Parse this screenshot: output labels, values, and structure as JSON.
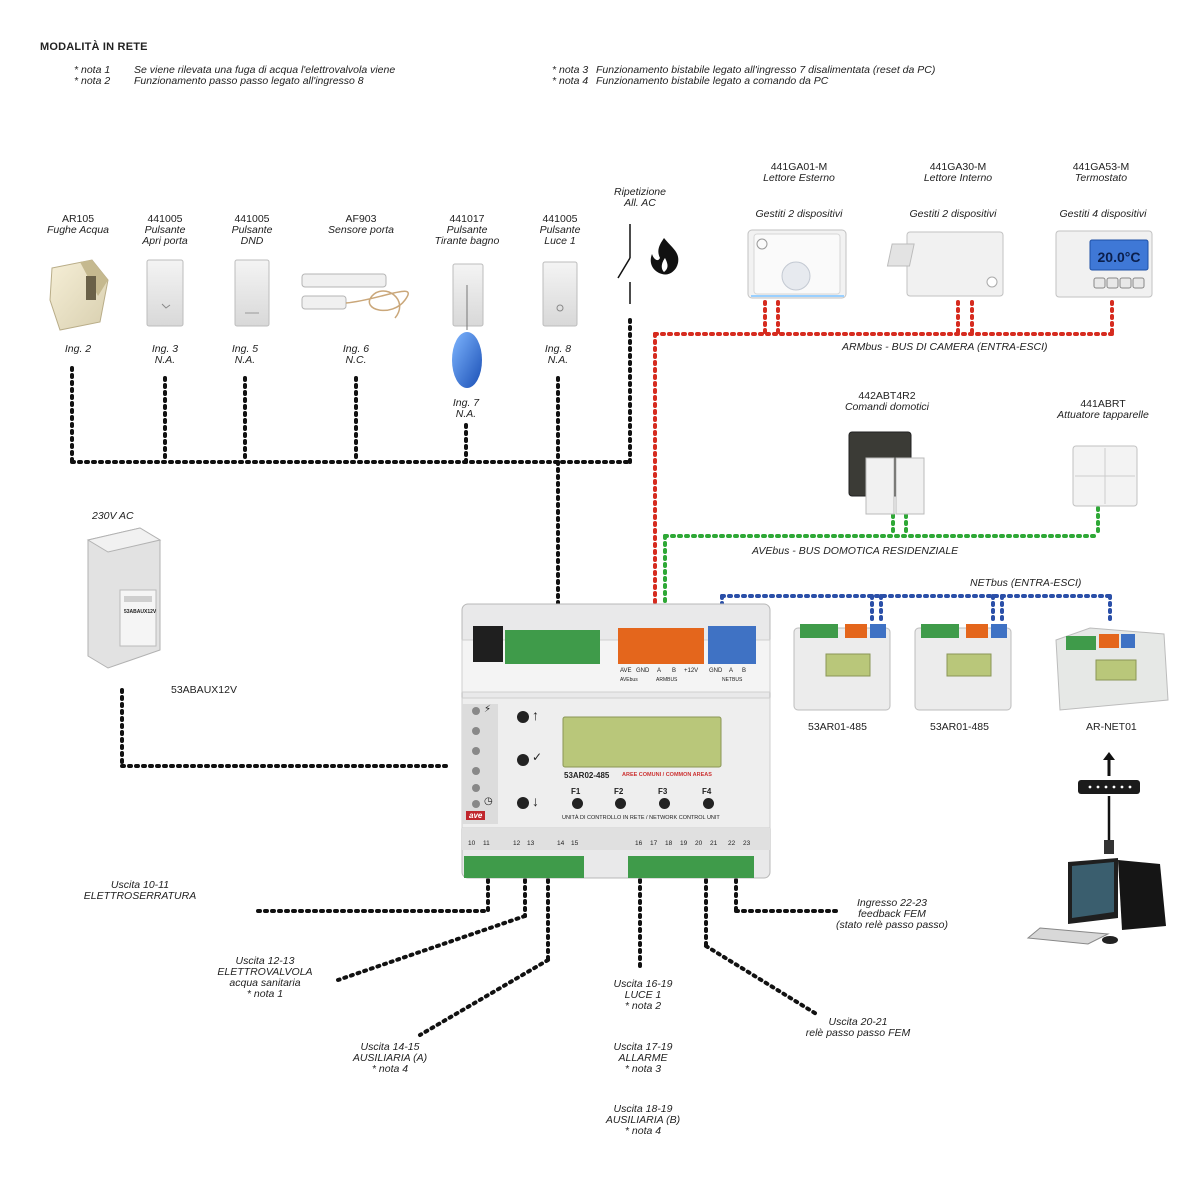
{
  "header": {
    "title": "MODALITÀ IN RETE",
    "notes_left": [
      {
        "tag": "* nota 1",
        "text": "Se viene rilevata una fuga di acqua l'elettrovalvola viene"
      },
      {
        "tag": "* nota 2",
        "text": "Funzionamento passo passo legato all'ingresso 8"
      }
    ],
    "notes_right": [
      {
        "tag": "* nota 3",
        "text": "Funzionamento bistabile legato all'ingresso 7 disalimentata (reset da PC)"
      },
      {
        "tag": "* nota 4",
        "text": "Funzionamento bistabile legato a comando da PC"
      }
    ]
  },
  "inputs": [
    {
      "code": "AR105",
      "name": "Fughe Acqua",
      "name2": "",
      "input": "Ing. 2",
      "type": ""
    },
    {
      "code": "441005",
      "name": "Pulsante",
      "name2": "Apri porta",
      "input": "Ing. 3",
      "type": "N.A."
    },
    {
      "code": "441005",
      "name": "Pulsante",
      "name2": "DND",
      "input": "Ing. 5",
      "type": "N.A."
    },
    {
      "code": "AF903",
      "name": "Sensore porta",
      "name2": "",
      "input": "Ing. 6",
      "type": "N.C."
    },
    {
      "code": "441017",
      "name": "Pulsante",
      "name2": "Tirante bagno",
      "input": "Ing. 7",
      "type": "N.A."
    },
    {
      "code": "441005",
      "name": "Pulsante",
      "name2": "Luce 1",
      "input": "Ing. 8",
      "type": "N.A."
    }
  ],
  "ac_repeat": {
    "line1": "Ripetizione",
    "line2": "All. AC"
  },
  "room_devices": [
    {
      "code": "441GA01-M",
      "name": "Lettore  Esterno",
      "manages": "Gestiti 2 dispositivi"
    },
    {
      "code": "441GA30-M",
      "name": "Lettore  Interno",
      "manages": "Gestiti 2 dispositivi"
    },
    {
      "code": "441GA53-M",
      "name": "Termostato",
      "manages": "Gestiti 4 dispositivi",
      "display": "20.0°C"
    }
  ],
  "buses": {
    "armbus": "ARMbus - BUS DI CAMERA (ENTRA-ESCI)",
    "avebus": "AVEbus - BUS DOMOTICA RESIDENZIALE",
    "netbus": "NETbus (ENTRA-ESCI)"
  },
  "domotic": [
    {
      "code": "442ABT4R2",
      "name": "Comandi domotici"
    },
    {
      "code": "441ABRT",
      "name": "Attuatore tapparelle"
    }
  ],
  "power": {
    "supply": "230V AC",
    "code": "53ABAUX12V",
    "face_label": "53ABAUX12V"
  },
  "controller": {
    "model": "53AR02-485",
    "area": "AREE COMUNI / COMMON AREAS",
    "footer": "UNITÀ DI CONTROLLO IN RETE / NETWORK CONTROL UNIT",
    "brand": "ave",
    "fkeys": [
      "F1",
      "F2",
      "F3",
      "F4"
    ],
    "top_terminal_labels": [
      "AVE",
      "GND",
      "A",
      "B",
      "+12V",
      "GND",
      "A",
      "B"
    ],
    "bus_labels": [
      "AVEbus",
      "ARMBUS",
      "NETBUS"
    ],
    "bottom_terminals": [
      "10",
      "11",
      "12",
      "13",
      "14",
      "15",
      "16",
      "17",
      "18",
      "19",
      "20",
      "21",
      "22",
      "23"
    ]
  },
  "network": [
    {
      "code": "53AR01-485"
    },
    {
      "code": "53AR01-485"
    },
    {
      "code": "AR-NET01"
    }
  ],
  "outputs": [
    {
      "lines": [
        "Uscita 10-11",
        "ELETTROSERRATURA"
      ]
    },
    {
      "lines": [
        "Uscita 12-13",
        "ELETTROVALVOLA",
        "acqua sanitaria",
        "* nota 1"
      ]
    },
    {
      "lines": [
        "Uscita 14-15",
        "AUSILIARIA (A)",
        "* nota 4"
      ]
    },
    {
      "lines": [
        "Uscita 16-19",
        "LUCE 1",
        "* nota 2"
      ]
    },
    {
      "lines": [
        "Uscita 17-19",
        "ALLARME",
        "* nota 3"
      ]
    },
    {
      "lines": [
        "Uscita 18-19",
        "AUSILIARIA (B)",
        "* nota 4"
      ]
    },
    {
      "lines": [
        "Uscita 20-21",
        "relè passo passo FEM"
      ]
    },
    {
      "lines": [
        "Ingresso 22-23",
        "feedback FEM",
        "(stato relè passo passo)"
      ]
    }
  ],
  "colors": {
    "armbus": "#d62b1f",
    "avebus": "#2ea836",
    "netbus": "#2a4fa8",
    "wire": "#111111",
    "green_terminal": "#3f9b4a",
    "orange_terminal": "#e4661c",
    "blue_terminal": "#3f72c4",
    "lcd": "#b9c77a"
  }
}
